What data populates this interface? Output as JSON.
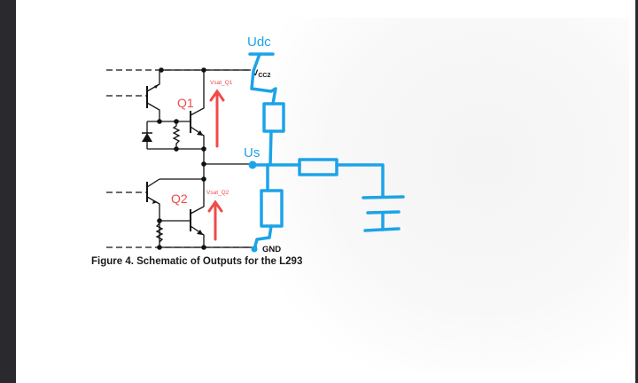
{
  "figure": {
    "caption": "Figure 4. Schematic of Outputs for the L293",
    "labels": {
      "vcc2": "V",
      "vcc2_sub": "CC2",
      "gnd": "GND",
      "q1": "Q1",
      "q2": "Q2",
      "vsat_q1": "Vsat_Q1",
      "vsat_q2": "Vsat_Q2"
    },
    "annotations": {
      "udc": "Udc",
      "us": "Us"
    }
  },
  "colors": {
    "annotation_blue": "#1ca3e8",
    "annotation_red": "#f04a4a",
    "schematic": "#111111"
  }
}
